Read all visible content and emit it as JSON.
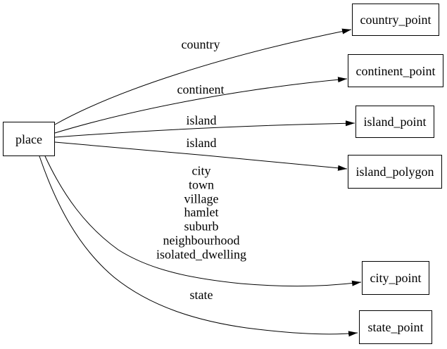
{
  "diagram": {
    "type": "directed-graph",
    "colors": {
      "background": "#ffffff",
      "node_fill": "#ffffff",
      "node_border": "#000000",
      "edge": "#000000",
      "text": "#000000"
    },
    "nodes": [
      {
        "id": "place",
        "label": "place"
      },
      {
        "id": "country_point",
        "label": "country_point"
      },
      {
        "id": "continent_point",
        "label": "continent_point"
      },
      {
        "id": "island_point",
        "label": "island_point"
      },
      {
        "id": "island_polygon",
        "label": "island_polygon"
      },
      {
        "id": "city_point",
        "label": "city_point"
      },
      {
        "id": "state_point",
        "label": "state_point"
      }
    ],
    "edges": [
      {
        "from": "place",
        "to": "country_point",
        "label": "country"
      },
      {
        "from": "place",
        "to": "continent_point",
        "label": "continent"
      },
      {
        "from": "place",
        "to": "island_point",
        "label": "island"
      },
      {
        "from": "place",
        "to": "island_polygon",
        "label": "island"
      },
      {
        "from": "place",
        "to": "city_point",
        "label": "city\ntown\nvillage\nhamlet\nsuburb\nneighbourhood\nisolated_dwelling"
      },
      {
        "from": "place",
        "to": "state_point",
        "label": "state"
      }
    ]
  }
}
